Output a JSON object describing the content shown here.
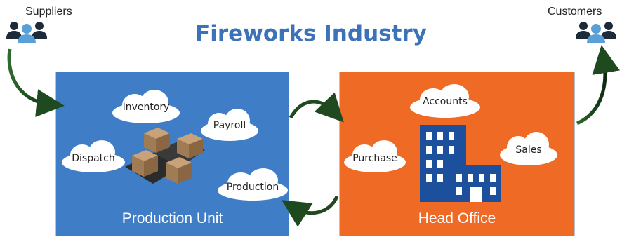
{
  "title": "Fireworks Industry",
  "actors": {
    "suppliers": "Suppliers",
    "customers": "Customers"
  },
  "production_unit": {
    "label": "Production Unit",
    "clouds": {
      "inventory": "Inventory",
      "payroll": "Payroll",
      "dispatch": "Dispatch",
      "production": "Production"
    }
  },
  "head_office": {
    "label": "Head Office",
    "clouds": {
      "accounts": "Accounts",
      "purchase": "Purchase",
      "sales": "Sales"
    }
  },
  "colors": {
    "title": "#3b72b8",
    "production_unit_fill": "#3f7ec7",
    "head_office_fill": "#ef6b25",
    "arrow": "#1f4a1f",
    "people_dark": "#1c2a3a",
    "people_light": "#5aa0d8"
  },
  "icons": [
    "people-group-icon",
    "cloud-shape",
    "stacked-boxes-icon",
    "office-building-icon",
    "curved-arrow-icon"
  ]
}
